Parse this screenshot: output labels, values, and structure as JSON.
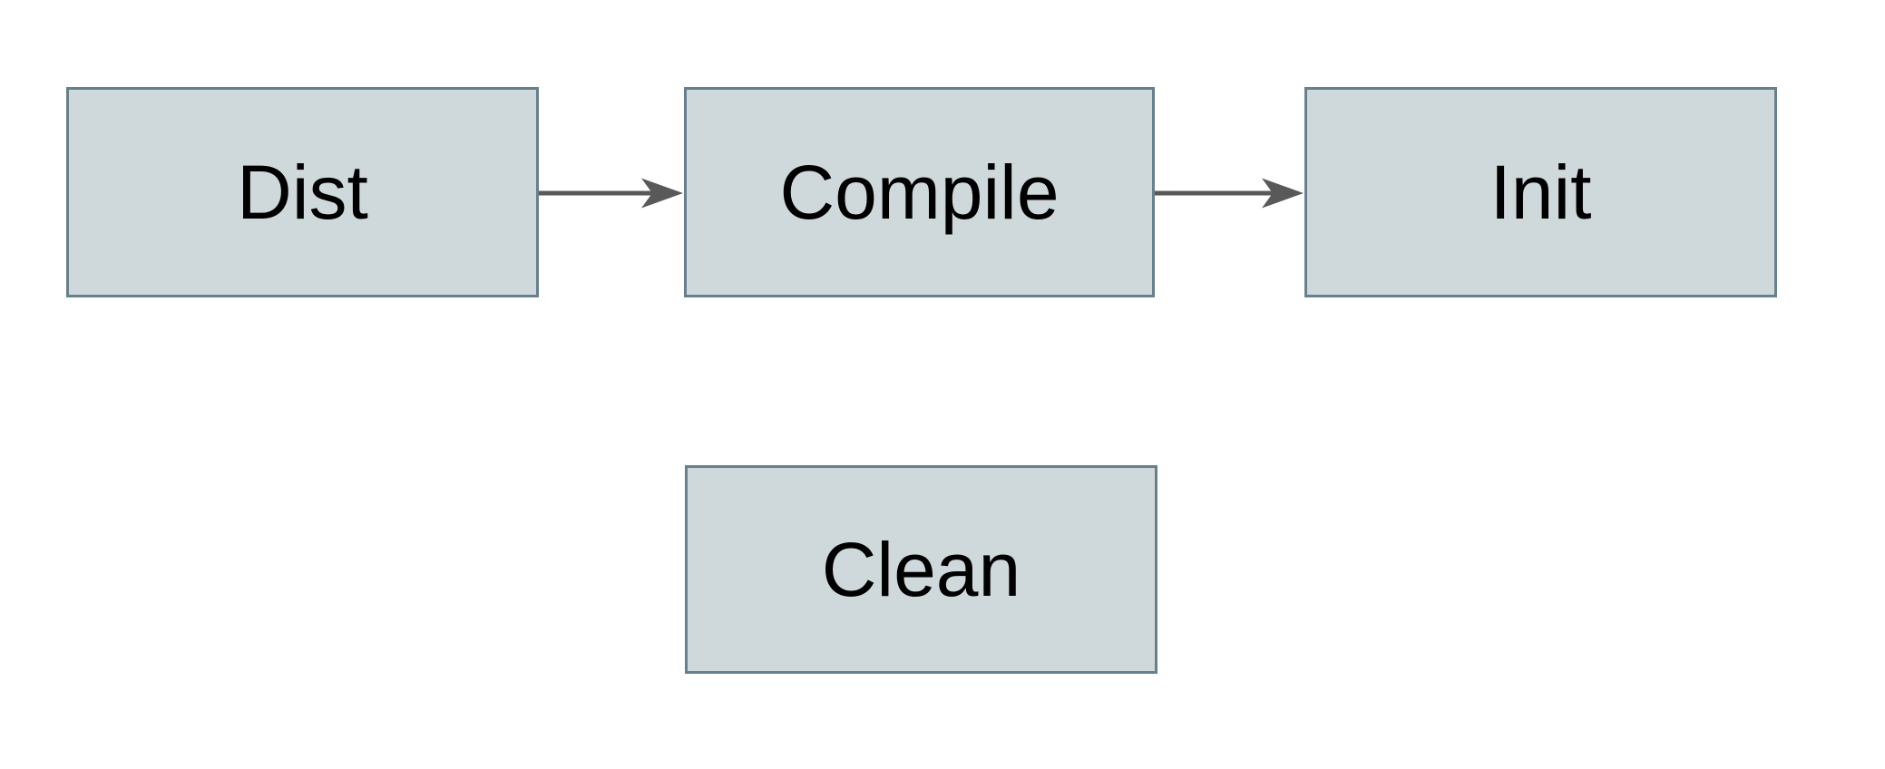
{
  "diagram": {
    "type": "flowchart",
    "nodes": {
      "dist": {
        "label": "Dist"
      },
      "compile": {
        "label": "Compile"
      },
      "init": {
        "label": "Init"
      },
      "clean": {
        "label": "Clean"
      }
    },
    "edges": [
      {
        "from": "Dist",
        "to": "Compile",
        "style": "solid-arrow"
      },
      {
        "from": "Compile",
        "to": "Init",
        "style": "solid-arrow"
      }
    ]
  },
  "colors": {
    "node-fill": "#cfd9db",
    "node-border": "#66808d",
    "arrow": "#595959",
    "label": "#000000",
    "canvas-bg": "#ffffff"
  }
}
